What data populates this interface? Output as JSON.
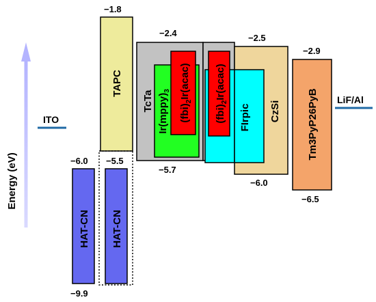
{
  "axis": {
    "label": "Energy (eV)"
  },
  "electrodes": {
    "left": "ITO",
    "right": "LiF/Al"
  },
  "levels": {
    "tapc_lumo": "−1.8",
    "tcta_lumo": "−2.4",
    "czsi_lumo": "−2.5",
    "tm3_lumo": "−2.9",
    "hatcn_homo": "−6.0",
    "tapc_homo": "−5.5",
    "tcta_homo": "−5.7",
    "czsi_homo": "−6.0",
    "tm3_homo": "−6.5",
    "hatcn_bottom": "−9.9"
  },
  "layers": {
    "tapc": "TAPC",
    "tcta": "TcTa",
    "hatcn_1": "HAT-CN",
    "hatcn_2": "HAT-CN",
    "irmppy_main": "Ir(mppy)",
    "irmppy_sub": "3",
    "fbi_1_pre": "(fbi)",
    "fbi_1_sub": "2",
    "fbi_1_post": "Ir(acac)",
    "fbi_2_pre": "(fbi)",
    "fbi_2_sub": "2",
    "fbi_2_post": "Ir(acac)",
    "flrpic": "FIrpic",
    "czsi": "CzSi",
    "tm3": "Tm3PyP26PyB"
  },
  "colors": {
    "hatcn": "#6468f0",
    "tapc": "#eeeb9c",
    "tcta": "#c2c2c2",
    "irmppy": "#22ff22",
    "fbi": "#ff0000",
    "flrpic": "#00ffff",
    "czsi": "#efd69c",
    "tm3": "#f4a46a",
    "electrode": "#1f6aa5",
    "arrow": "#b4b4ff"
  }
}
